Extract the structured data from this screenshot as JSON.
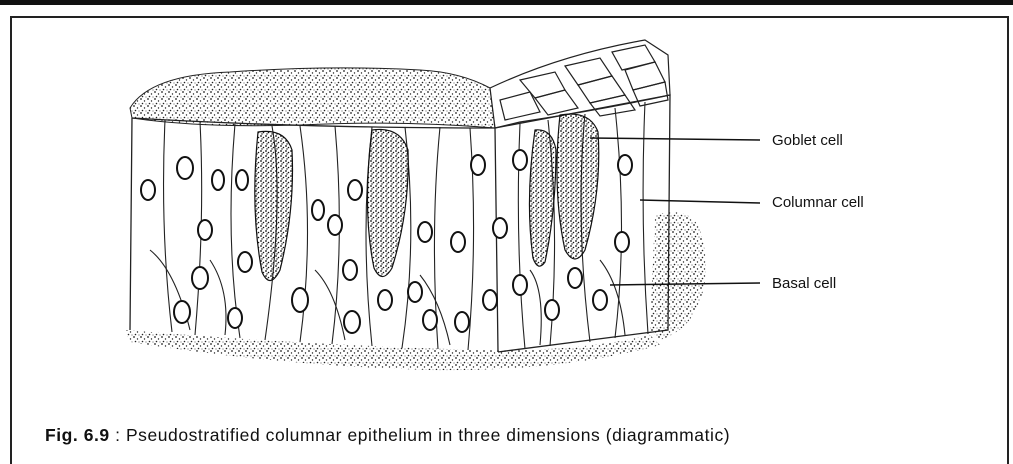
{
  "figure": {
    "labels": {
      "goblet": "Goblet cell",
      "columnar": "Columnar cell",
      "basal": "Basal cell"
    },
    "caption": {
      "number": "Fig. 6.9",
      "separator": " : ",
      "text": "Pseudostratified columnar epithelium in three dimensions (diagrammatic)"
    }
  },
  "colors": {
    "ink": "#111111",
    "paper": "#ffffff"
  }
}
